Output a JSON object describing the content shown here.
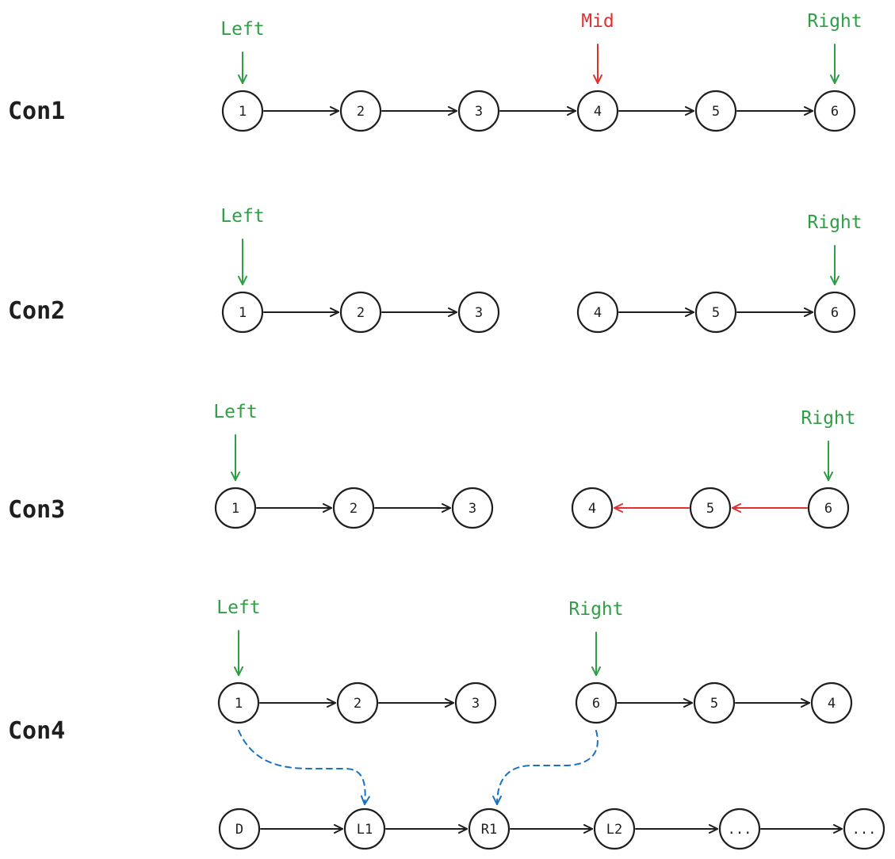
{
  "colors": {
    "ink": "#1e1e1e",
    "green": "#2f9e44",
    "red": "#e03131",
    "blue": "#1971c2"
  },
  "rows": [
    {
      "label": "Con1",
      "nodes": [
        "1",
        "2",
        "3",
        "4",
        "5",
        "6"
      ],
      "links": [
        [
          0,
          1,
          "ink"
        ],
        [
          1,
          2,
          "ink"
        ],
        [
          2,
          3,
          "ink"
        ],
        [
          3,
          4,
          "ink"
        ],
        [
          4,
          5,
          "ink"
        ]
      ],
      "pointers": [
        {
          "text": "Left",
          "node": 0,
          "color": "green"
        },
        {
          "text": "Mid",
          "node": 3,
          "color": "red"
        },
        {
          "text": "Right",
          "node": 5,
          "color": "green"
        }
      ]
    },
    {
      "label": "Con2",
      "nodes": [
        "1",
        "2",
        "3",
        "4",
        "5",
        "6"
      ],
      "links": [
        [
          0,
          1,
          "ink"
        ],
        [
          1,
          2,
          "ink"
        ],
        [
          3,
          4,
          "ink"
        ],
        [
          4,
          5,
          "ink"
        ]
      ],
      "pointers": [
        {
          "text": "Left",
          "node": 0,
          "color": "green"
        },
        {
          "text": "Right",
          "node": 5,
          "color": "green"
        }
      ]
    },
    {
      "label": "Con3",
      "nodes": [
        "1",
        "2",
        "3",
        "4",
        "5",
        "6"
      ],
      "links": [
        [
          0,
          1,
          "ink"
        ],
        [
          1,
          2,
          "ink"
        ],
        [
          5,
          4,
          "red"
        ],
        [
          4,
          3,
          "red"
        ]
      ],
      "pointers": [
        {
          "text": "Left",
          "node": 0,
          "color": "green"
        },
        {
          "text": "Right",
          "node": 5,
          "color": "green"
        }
      ]
    },
    {
      "label": "Con4",
      "nodes": [
        "1",
        "2",
        "3",
        "6",
        "5",
        "4"
      ],
      "links": [
        [
          0,
          1,
          "ink"
        ],
        [
          1,
          2,
          "ink"
        ],
        [
          3,
          4,
          "ink"
        ],
        [
          4,
          5,
          "ink"
        ]
      ],
      "pointers": [
        {
          "text": "Left",
          "node": 0,
          "color": "green"
        },
        {
          "text": "Right",
          "node": 3,
          "color": "green"
        }
      ]
    }
  ],
  "merged_list": {
    "nodes": [
      "D",
      "L1",
      "R1",
      "L2",
      "...",
      "..."
    ],
    "links": [
      [
        0,
        1,
        "ink"
      ],
      [
        1,
        2,
        "ink"
      ],
      [
        2,
        3,
        "ink"
      ],
      [
        3,
        4,
        "ink"
      ],
      [
        4,
        5,
        "ink"
      ]
    ]
  },
  "merge_links": [
    {
      "from_row": 3,
      "from_node": 0,
      "to_node": 1,
      "color": "blue"
    },
    {
      "from_row": 3,
      "from_node": 3,
      "to_node": 2,
      "color": "blue"
    }
  ]
}
